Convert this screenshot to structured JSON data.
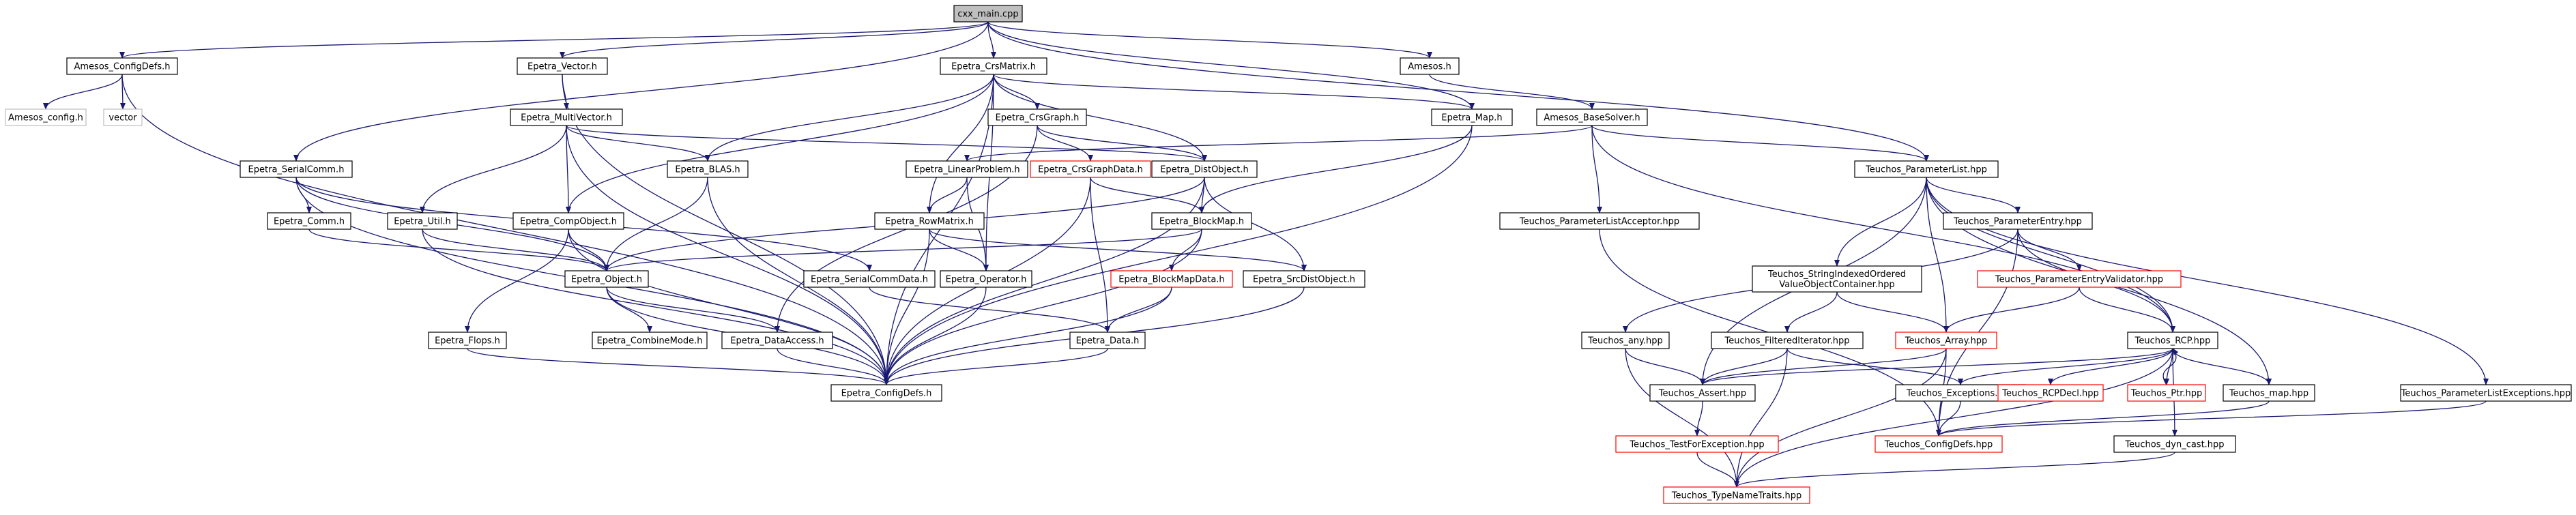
{
  "diagram": {
    "title": "",
    "colors": {
      "edge": "#191970",
      "border_black": "#000000",
      "border_red": "#ff0000",
      "border_gray": "#bfbfbf",
      "fill_root": "#bfbfbf",
      "fill_default": "#ffffff"
    },
    "nodes": [
      {
        "id": "cxx_main",
        "label": "cxx_main.cpp",
        "style": "root"
      },
      {
        "id": "Amesos_ConfigDefs",
        "label": "Amesos_ConfigDefs.h",
        "style": "black"
      },
      {
        "id": "Epetra_Vector",
        "label": "Epetra_Vector.h",
        "style": "black"
      },
      {
        "id": "Epetra_CrsMatrix",
        "label": "Epetra_CrsMatrix.h",
        "style": "black"
      },
      {
        "id": "Amesos_h",
        "label": "Amesos.h",
        "style": "black"
      },
      {
        "id": "Amesos_config",
        "label": "Amesos_config.h",
        "style": "gray"
      },
      {
        "id": "vector",
        "label": "vector",
        "style": "gray"
      },
      {
        "id": "Epetra_MultiVector",
        "label": "Epetra_MultiVector.h",
        "style": "black"
      },
      {
        "id": "Epetra_CrsGraph",
        "label": "Epetra_CrsGraph.h",
        "style": "black"
      },
      {
        "id": "Epetra_Map",
        "label": "Epetra_Map.h",
        "style": "black"
      },
      {
        "id": "Amesos_BaseSolver",
        "label": "Amesos_BaseSolver.h",
        "style": "black"
      },
      {
        "id": "Epetra_SerialComm",
        "label": "Epetra_SerialComm.h",
        "style": "black"
      },
      {
        "id": "Epetra_BLAS",
        "label": "Epetra_BLAS.h",
        "style": "black"
      },
      {
        "id": "Epetra_LinearProblem",
        "label": "Epetra_LinearProblem.h",
        "style": "black"
      },
      {
        "id": "Epetra_CrsGraphData",
        "label": "Epetra_CrsGraphData.h",
        "style": "red"
      },
      {
        "id": "Epetra_DistObject",
        "label": "Epetra_DistObject.h",
        "style": "black"
      },
      {
        "id": "Teuchos_ParameterList",
        "label": "Teuchos_ParameterList.hpp",
        "style": "black"
      },
      {
        "id": "Epetra_Comm",
        "label": "Epetra_Comm.h",
        "style": "black"
      },
      {
        "id": "Epetra_Util",
        "label": "Epetra_Util.h",
        "style": "black"
      },
      {
        "id": "Epetra_CompObject",
        "label": "Epetra_CompObject.h",
        "style": "black"
      },
      {
        "id": "Epetra_RowMatrix",
        "label": "Epetra_RowMatrix.h",
        "style": "black"
      },
      {
        "id": "Epetra_BlockMap",
        "label": "Epetra_BlockMap.h",
        "style": "black"
      },
      {
        "id": "Teuchos_ParameterListAcceptor",
        "label": "Teuchos_ParameterListAcceptor.hpp",
        "style": "black"
      },
      {
        "id": "Teuchos_ParameterEntry",
        "label": "Teuchos_ParameterEntry.hpp",
        "style": "black"
      },
      {
        "id": "Epetra_Object",
        "label": "Epetra_Object.h",
        "style": "black"
      },
      {
        "id": "Epetra_SerialCommData",
        "label": "Epetra_SerialCommData.h",
        "style": "black"
      },
      {
        "id": "Epetra_Operator",
        "label": "Epetra_Operator.h",
        "style": "black"
      },
      {
        "id": "Epetra_BlockMapData",
        "label": "Epetra_BlockMapData.h",
        "style": "red"
      },
      {
        "id": "Epetra_SrcDistObject",
        "label": "Epetra_SrcDistObject.h",
        "style": "black"
      },
      {
        "id": "Teuchos_StringIndexedOrdered",
        "label": "Teuchos_StringIndexedOrdered\nValueObjectContainer.hpp",
        "style": "black"
      },
      {
        "id": "Teuchos_ParameterEntryValidator",
        "label": "Teuchos_ParameterEntryValidator.hpp",
        "style": "red"
      },
      {
        "id": "Epetra_Flops",
        "label": "Epetra_Flops.h",
        "style": "black"
      },
      {
        "id": "Epetra_CombineMode",
        "label": "Epetra_CombineMode.h",
        "style": "black"
      },
      {
        "id": "Epetra_DataAccess",
        "label": "Epetra_DataAccess.h",
        "style": "black"
      },
      {
        "id": "Epetra_Data",
        "label": "Epetra_Data.h",
        "style": "black"
      },
      {
        "id": "Teuchos_any",
        "label": "Teuchos_any.hpp",
        "style": "black"
      },
      {
        "id": "Teuchos_FilteredIterator",
        "label": "Teuchos_FilteredIterator.hpp",
        "style": "black"
      },
      {
        "id": "Teuchos_Array",
        "label": "Teuchos_Array.hpp",
        "style": "red"
      },
      {
        "id": "Teuchos_RCP",
        "label": "Teuchos_RCP.hpp",
        "style": "black"
      },
      {
        "id": "Epetra_ConfigDefs",
        "label": "Epetra_ConfigDefs.h",
        "style": "black"
      },
      {
        "id": "Teuchos_Assert",
        "label": "Teuchos_Assert.hpp",
        "style": "black"
      },
      {
        "id": "Teuchos_Exceptions",
        "label": "Teuchos_Exceptions.hpp",
        "style": "black"
      },
      {
        "id": "Teuchos_RCPDecl",
        "label": "Teuchos_RCPDecl.hpp",
        "style": "red"
      },
      {
        "id": "Teuchos_Ptr",
        "label": "Teuchos_Ptr.hpp",
        "style": "red"
      },
      {
        "id": "Teuchos_map",
        "label": "Teuchos_map.hpp",
        "style": "black"
      },
      {
        "id": "Teuchos_ParameterListExceptions",
        "label": "Teuchos_ParameterListExceptions.hpp",
        "style": "black"
      },
      {
        "id": "Teuchos_TestForException",
        "label": "Teuchos_TestForException.hpp",
        "style": "red"
      },
      {
        "id": "Teuchos_ConfigDefs",
        "label": "Teuchos_ConfigDefs.hpp",
        "style": "red"
      },
      {
        "id": "Teuchos_dyn_cast",
        "label": "Teuchos_dyn_cast.hpp",
        "style": "black"
      },
      {
        "id": "Teuchos_TypeNameTraits",
        "label": "Teuchos_TypeNameTraits.hpp",
        "style": "red"
      }
    ],
    "edges": [
      [
        "cxx_main",
        "Amesos_ConfigDefs"
      ],
      [
        "cxx_main",
        "Epetra_Vector"
      ],
      [
        "cxx_main",
        "Epetra_CrsMatrix"
      ],
      [
        "cxx_main",
        "Amesos_h"
      ],
      [
        "cxx_main",
        "Epetra_SerialComm"
      ],
      [
        "cxx_main",
        "Epetra_Map"
      ],
      [
        "cxx_main",
        "Teuchos_ParameterList"
      ],
      [
        "Amesos_ConfigDefs",
        "Amesos_config"
      ],
      [
        "Amesos_ConfigDefs",
        "vector"
      ],
      [
        "Amesos_ConfigDefs",
        "Epetra_ConfigDefs"
      ],
      [
        "Epetra_Vector",
        "Epetra_MultiVector"
      ],
      [
        "Epetra_Vector",
        "Epetra_ConfigDefs"
      ],
      [
        "Epetra_CrsMatrix",
        "Epetra_CrsGraph"
      ],
      [
        "Epetra_CrsMatrix",
        "Epetra_Map"
      ],
      [
        "Epetra_CrsMatrix",
        "Epetra_DistObject"
      ],
      [
        "Epetra_CrsMatrix",
        "Epetra_RowMatrix"
      ],
      [
        "Epetra_CrsMatrix",
        "Epetra_BLAS"
      ],
      [
        "Epetra_CrsMatrix",
        "Epetra_CompObject"
      ],
      [
        "Epetra_CrsMatrix",
        "Epetra_Operator"
      ],
      [
        "Epetra_CrsMatrix",
        "Epetra_ConfigDefs"
      ],
      [
        "Amesos_h",
        "Amesos_BaseSolver"
      ],
      [
        "Epetra_MultiVector",
        "Epetra_BLAS"
      ],
      [
        "Epetra_MultiVector",
        "Epetra_DistObject"
      ],
      [
        "Epetra_MultiVector",
        "Epetra_CompObject"
      ],
      [
        "Epetra_MultiVector",
        "Epetra_Util"
      ],
      [
        "Epetra_MultiVector",
        "Epetra_ConfigDefs"
      ],
      [
        "Epetra_CrsGraph",
        "Epetra_CrsGraphData"
      ],
      [
        "Epetra_CrsGraph",
        "Epetra_DistObject"
      ],
      [
        "Epetra_CrsGraph",
        "Epetra_DataAccess"
      ],
      [
        "Epetra_Map",
        "Epetra_BlockMap"
      ],
      [
        "Epetra_Map",
        "Epetra_ConfigDefs"
      ],
      [
        "Amesos_BaseSolver",
        "Epetra_LinearProblem"
      ],
      [
        "Amesos_BaseSolver",
        "Teuchos_ParameterList"
      ],
      [
        "Amesos_BaseSolver",
        "Teuchos_ParameterListAcceptor"
      ],
      [
        "Amesos_BaseSolver",
        "Teuchos_RCP"
      ],
      [
        "Epetra_SerialComm",
        "Epetra_Comm"
      ],
      [
        "Epetra_SerialComm",
        "Epetra_Object"
      ],
      [
        "Epetra_SerialComm",
        "Epetra_SerialCommData"
      ],
      [
        "Epetra_SerialComm",
        "Epetra_ConfigDefs"
      ],
      [
        "Epetra_BLAS",
        "Epetra_Object"
      ],
      [
        "Epetra_BLAS",
        "Epetra_ConfigDefs"
      ],
      [
        "Epetra_LinearProblem",
        "Epetra_RowMatrix"
      ],
      [
        "Epetra_LinearProblem",
        "Epetra_Operator"
      ],
      [
        "Epetra_CrsGraphData",
        "Epetra_BlockMap"
      ],
      [
        "Epetra_CrsGraphData",
        "Epetra_Data"
      ],
      [
        "Epetra_CrsGraphData",
        "Epetra_ConfigDefs"
      ],
      [
        "Epetra_DistObject",
        "Epetra_BlockMap"
      ],
      [
        "Epetra_DistObject",
        "Epetra_SrcDistObject"
      ],
      [
        "Epetra_DistObject",
        "Epetra_Object"
      ],
      [
        "Epetra_DistObject",
        "Epetra_ConfigDefs"
      ],
      [
        "Teuchos_ParameterList",
        "Teuchos_ParameterEntry"
      ],
      [
        "Teuchos_ParameterList",
        "Teuchos_StringIndexedOrdered"
      ],
      [
        "Teuchos_ParameterList",
        "Teuchos_Array"
      ],
      [
        "Teuchos_ParameterList",
        "Teuchos_Assert"
      ],
      [
        "Teuchos_ParameterList",
        "Teuchos_RCP"
      ],
      [
        "Teuchos_ParameterList",
        "Teuchos_map"
      ],
      [
        "Teuchos_ParameterList",
        "Teuchos_ParameterListExceptions"
      ],
      [
        "Epetra_Comm",
        "Epetra_Object"
      ],
      [
        "Epetra_Util",
        "Epetra_Object"
      ],
      [
        "Epetra_Util",
        "Epetra_ConfigDefs"
      ],
      [
        "Epetra_CompObject",
        "Epetra_Object"
      ],
      [
        "Epetra_CompObject",
        "Epetra_Flops"
      ],
      [
        "Epetra_CompObject",
        "Epetra_ConfigDefs"
      ],
      [
        "Epetra_RowMatrix",
        "Epetra_Operator"
      ],
      [
        "Epetra_RowMatrix",
        "Epetra_SrcDistObject"
      ],
      [
        "Epetra_RowMatrix",
        "Epetra_ConfigDefs"
      ],
      [
        "Epetra_BlockMap",
        "Epetra_Object"
      ],
      [
        "Epetra_BlockMap",
        "Epetra_BlockMapData"
      ],
      [
        "Epetra_BlockMap",
        "Epetra_ConfigDefs"
      ],
      [
        "Teuchos_ParameterListAcceptor",
        "Teuchos_ConfigDefs"
      ],
      [
        "Teuchos_ParameterEntry",
        "Teuchos_any"
      ],
      [
        "Teuchos_ParameterEntry",
        "Teuchos_ParameterEntryValidator"
      ],
      [
        "Teuchos_ParameterEntry",
        "Teuchos_RCP"
      ],
      [
        "Teuchos_ParameterEntry",
        "Teuchos_ConfigDefs"
      ],
      [
        "Epetra_Object",
        "Epetra_CombineMode"
      ],
      [
        "Epetra_Object",
        "Epetra_DataAccess"
      ],
      [
        "Epetra_Object",
        "Epetra_ConfigDefs"
      ],
      [
        "Epetra_SerialCommData",
        "Epetra_Data"
      ],
      [
        "Epetra_Operator",
        "Epetra_ConfigDefs"
      ],
      [
        "Epetra_BlockMapData",
        "Epetra_Data"
      ],
      [
        "Epetra_BlockMapData",
        "Epetra_ConfigDefs"
      ],
      [
        "Epetra_SrcDistObject",
        "Epetra_ConfigDefs"
      ],
      [
        "Teuchos_StringIndexedOrdered",
        "Teuchos_FilteredIterator"
      ],
      [
        "Teuchos_StringIndexedOrdered",
        "Teuchos_Array"
      ],
      [
        "Teuchos_ParameterEntryValidator",
        "Teuchos_Array"
      ],
      [
        "Teuchos_ParameterEntryValidator",
        "Teuchos_RCP"
      ],
      [
        "Epetra_Flops",
        "Epetra_ConfigDefs"
      ],
      [
        "Epetra_DataAccess",
        "Epetra_ConfigDefs"
      ],
      [
        "Epetra_Data",
        "Epetra_ConfigDefs"
      ],
      [
        "Teuchos_any",
        "Teuchos_Assert"
      ],
      [
        "Teuchos_any",
        "Teuchos_TypeNameTraits"
      ],
      [
        "Teuchos_FilteredIterator",
        "Teuchos_Assert"
      ],
      [
        "Teuchos_FilteredIterator",
        "Teuchos_Exceptions"
      ],
      [
        "Teuchos_FilteredIterator",
        "Teuchos_TypeNameTraits"
      ],
      [
        "Teuchos_Array",
        "Teuchos_Assert"
      ],
      [
        "Teuchos_Array",
        "Teuchos_ConfigDefs"
      ],
      [
        "Teuchos_Array",
        "Teuchos_TypeNameTraits"
      ],
      [
        "Teuchos_RCP",
        "Teuchos_RCPDecl"
      ],
      [
        "Teuchos_RCP",
        "Teuchos_Ptr"
      ],
      [
        "Teuchos_RCP",
        "Teuchos_map"
      ],
      [
        "Teuchos_RCP",
        "Teuchos_Assert"
      ],
      [
        "Teuchos_RCP",
        "Teuchos_Exceptions"
      ],
      [
        "Teuchos_RCP",
        "Teuchos_dyn_cast"
      ],
      [
        "Teuchos_RCP",
        "Teuchos_TypeNameTraits"
      ],
      [
        "Teuchos_Ptr",
        "Teuchos_RCP"
      ],
      [
        "Teuchos_Assert",
        "Teuchos_TestForException"
      ],
      [
        "Teuchos_Exceptions",
        "Teuchos_ConfigDefs"
      ],
      [
        "Teuchos_map",
        "Teuchos_ConfigDefs"
      ],
      [
        "Teuchos_ParameterListExceptions",
        "Teuchos_ConfigDefs"
      ],
      [
        "Teuchos_TestForException",
        "Teuchos_TypeNameTraits"
      ],
      [
        "Teuchos_dyn_cast",
        "Teuchos_TypeNameTraits"
      ]
    ]
  }
}
